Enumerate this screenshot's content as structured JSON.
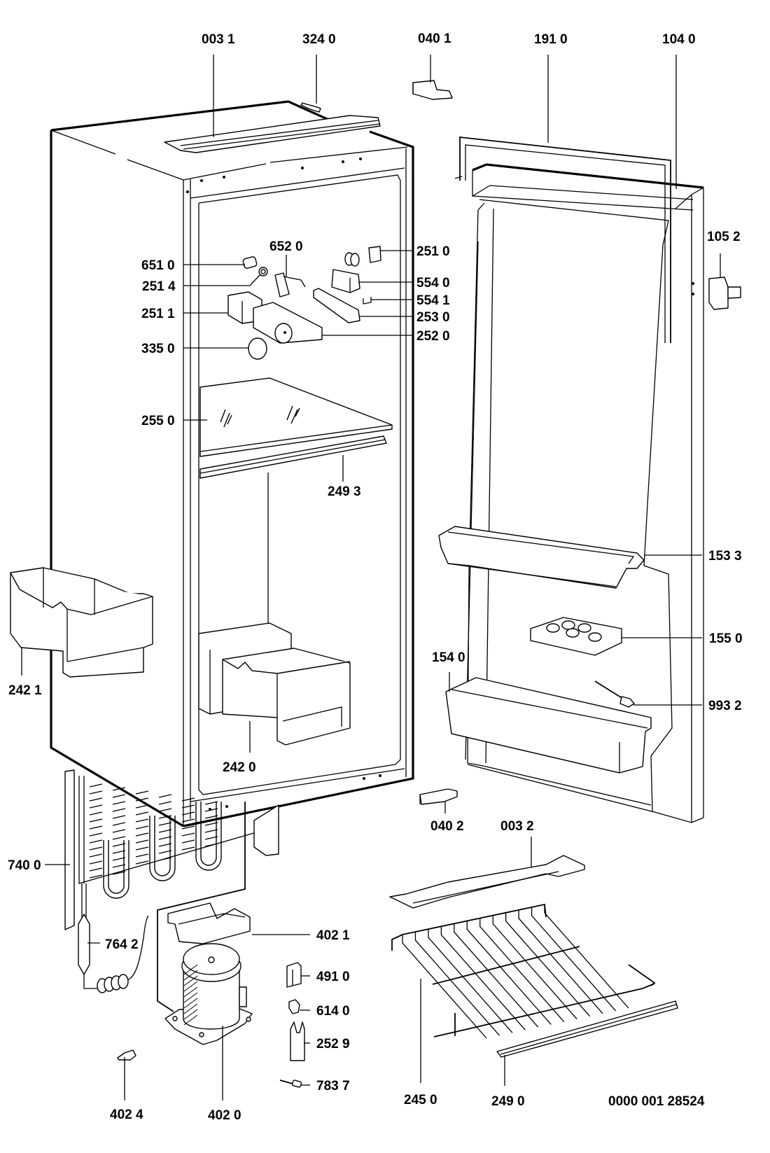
{
  "diagram": {
    "type": "exploded parts diagram",
    "subject": "built-in refrigerator",
    "document_number": "0000 001 28524",
    "callouts": {
      "c0031": "003 1",
      "c3240": "324 0",
      "c0401": "040 1",
      "c1910": "191 0",
      "c1040": "104 0",
      "c1052": "105 2",
      "c6520": "652 0",
      "c6510": "651 0",
      "c2514": "251 4",
      "c2511": "251 1",
      "c3350": "335 0",
      "c2550": "255 0",
      "c2510": "251 0",
      "c5540": "554 0",
      "c5541": "554 1",
      "c2530": "253 0",
      "c2520": "252 0",
      "c2493": "249 3",
      "c1533": "153 3",
      "c1550": "155 0",
      "c1540": "154 0",
      "c9932": "993 2",
      "c2421": "242 1",
      "c2420": "242 0",
      "c0402": "040 2",
      "c0032": "003 2",
      "c7400": "740 0",
      "c7642": "764 2",
      "c4021": "402 1",
      "c4910": "491 0",
      "c6140": "614 0",
      "c2529": "252 9",
      "c7837": "783 7",
      "c4024": "402 4",
      "c4020": "402 0",
      "c2450": "245 0",
      "c2490": "249 0"
    }
  }
}
